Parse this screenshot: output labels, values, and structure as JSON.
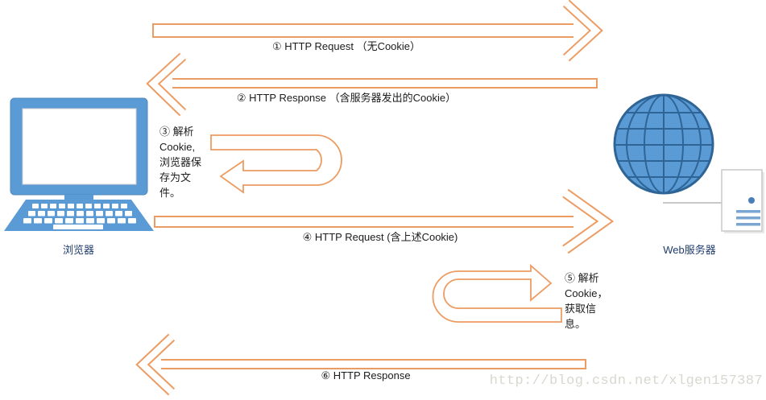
{
  "diagram": {
    "nodes": {
      "browser": {
        "label": "浏览器",
        "icon": "computer-icon"
      },
      "server": {
        "label": "Web服务器",
        "icon": "globe-server-icon"
      }
    },
    "flows": {
      "f1": {
        "label": "① HTTP Request （无Cookie）",
        "direction": "browser→server"
      },
      "f2": {
        "label": "② HTTP Response （含服务器发出的Cookie）",
        "direction": "server→browser"
      },
      "f3": {
        "label": "③ 解析\nCookie,\n浏览器保\n存为文\n件。",
        "direction": "u-turn-at-browser"
      },
      "f4": {
        "label": "④ HTTP Request (含上述Cookie)",
        "direction": "browser→server"
      },
      "f5": {
        "label": "⑤ 解析\nCookie，\n获取信\n息。",
        "direction": "u-turn-at-server"
      },
      "f6": {
        "label": "⑥ HTTP Response",
        "direction": "server→browser"
      }
    },
    "watermark": "http://blog.csdn.net/xlgen157387",
    "colors": {
      "arrow_orange": "#EC9C63",
      "icon_blue": "#5B9BD5",
      "icon_blue_dark": "#2E6496",
      "label_navy": "#1F3C6E",
      "watermark_gray": "#D8D8D0",
      "server_detail_blue": "#7CA6D2",
      "connector_gray": "#C9C9C9"
    }
  }
}
